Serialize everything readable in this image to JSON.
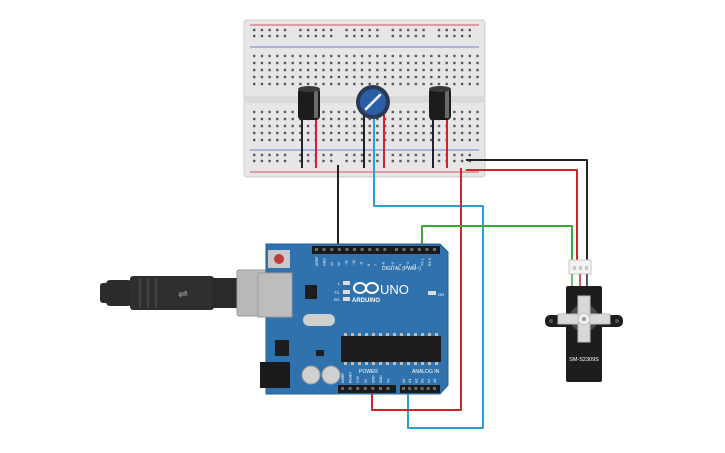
{
  "arduino": {
    "brand": "ARDUINO",
    "model": "UNO",
    "digital_header": "DIGITAL (PWM~)",
    "power_header": "POWER",
    "analog_header": "ANALOG IN",
    "on_label": "ON",
    "tx_label": "TX",
    "rx_label": "RX",
    "l_label": "L",
    "digital_pins": [
      "AREF",
      "GND",
      "13",
      "12",
      "~11",
      "~10",
      "~9",
      "8",
      "7",
      "~6",
      "~5",
      "4",
      "~3",
      "2",
      "TX 1",
      "RX 0"
    ],
    "power_pins": [
      "IOREF",
      "RESET",
      "3.3V",
      "5V",
      "GND",
      "GND",
      "Vin"
    ],
    "analog_pins": [
      "A0",
      "A1",
      "A2",
      "A3",
      "A4",
      "A5"
    ]
  },
  "servo": {
    "model": "SM-S2309S"
  },
  "colors": {
    "board_blue": "#2f72ad",
    "breadboard": "#e6e6e6",
    "wire_red": "#d1232a",
    "wire_black": "#222222",
    "wire_blue": "#2a9fd6",
    "wire_green": "#3aaa35",
    "potentiometer": "#2a5fa8"
  },
  "icons": [
    "usb-cable-icon",
    "potentiometer-icon",
    "capacitor-icon",
    "servo-icon",
    "reset-button-icon"
  ]
}
